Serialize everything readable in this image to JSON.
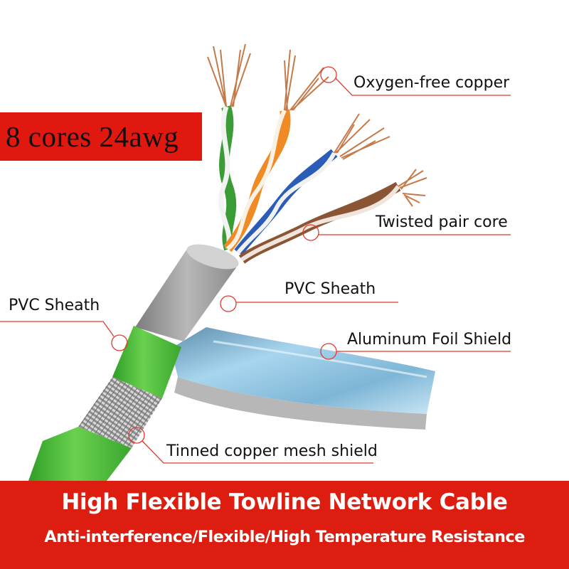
{
  "badge": {
    "text": "8 cores 24awg"
  },
  "callouts": {
    "oxygen_free_copper": "Oxygen-free copper",
    "twisted_pair_core": "Twisted pair core",
    "pvc_sheath_inner": "PVC Sheath",
    "pvc_sheath_outer": "PVC Sheath",
    "aluminum_foil_shield": "Aluminum Foil Shield",
    "tinned_copper_mesh": "Tinned copper mesh shield"
  },
  "banner": {
    "title": "High Flexible Towline Network Cable",
    "subtitle": "Anti-interference/Flexible/High Temperature Resistance"
  },
  "colors": {
    "accent_red": "#dc1d0f",
    "jacket_green": "#4cc23a",
    "inner_sheath_grey": "#9a9a9a",
    "foil_blue": "#8fc4e0",
    "copper": "#c47a4a"
  }
}
